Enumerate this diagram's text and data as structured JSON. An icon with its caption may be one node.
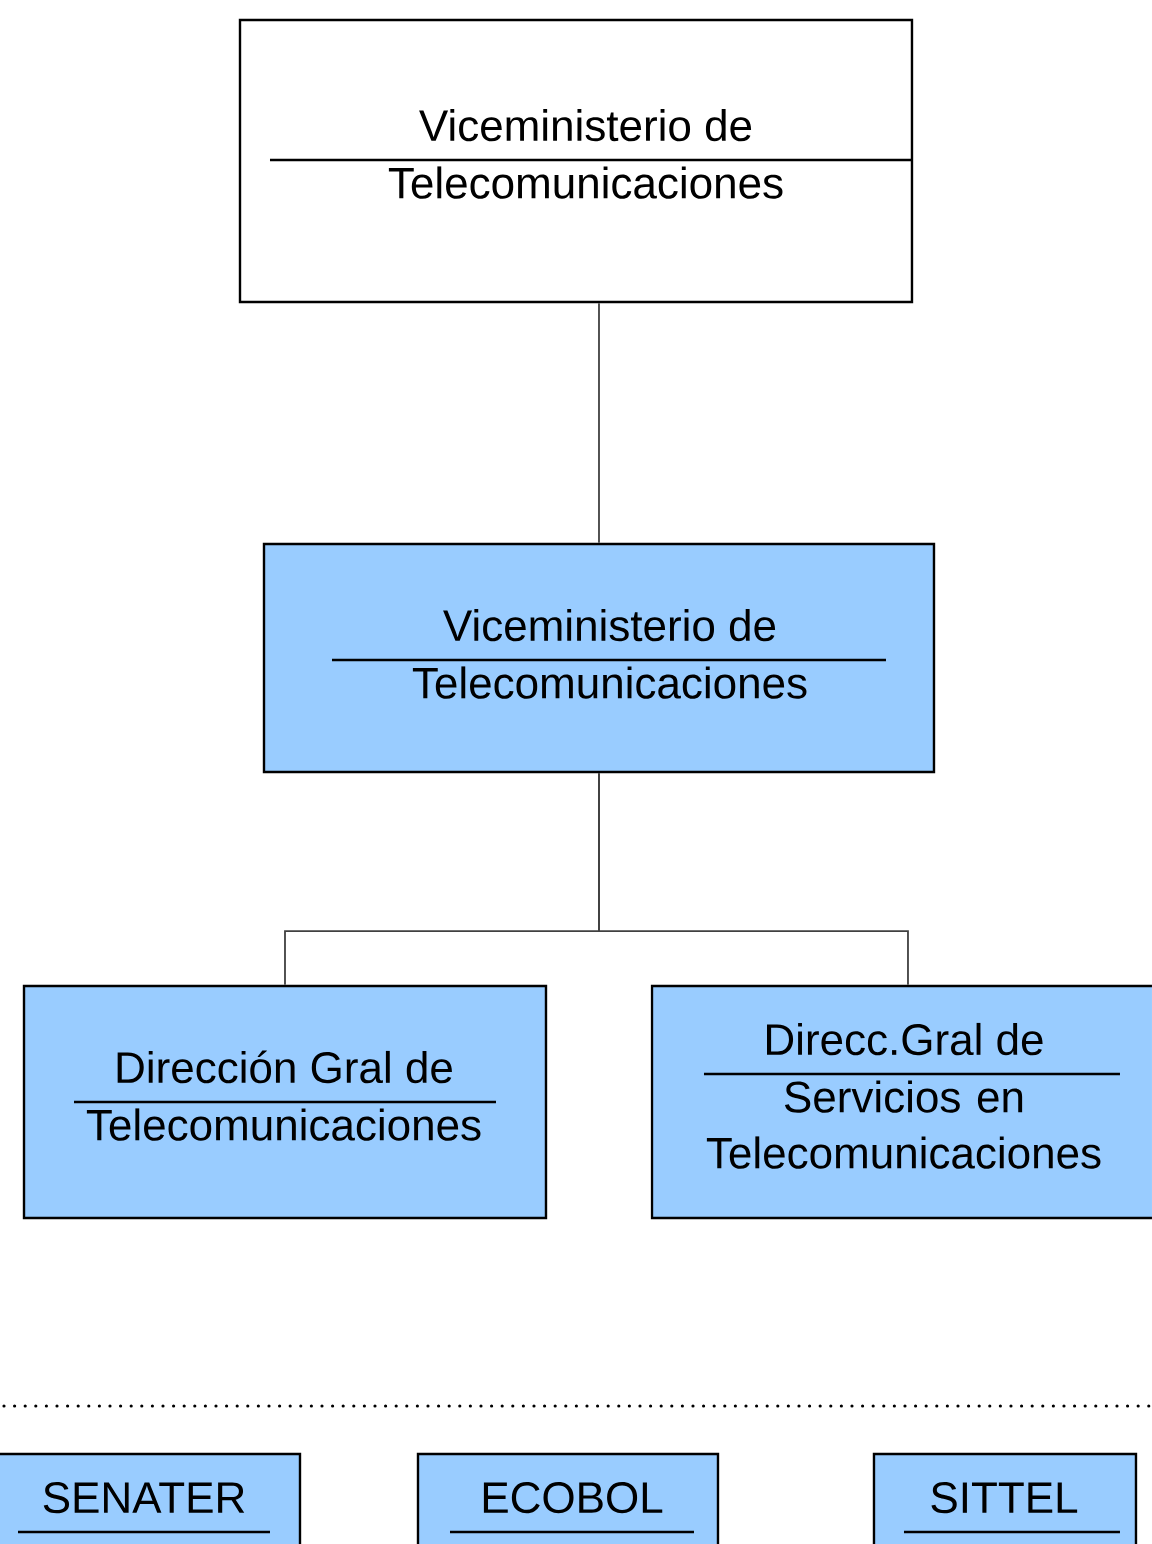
{
  "diagram": {
    "nodes": [
      {
        "text": [
          "Viceministerio de",
          "Telecomunicaciones"
        ]
      },
      {
        "text": [
          "Viceministerio de",
          "Telecomunicaciones"
        ]
      },
      {
        "text": [
          "Dirección Gral de",
          "Telecomunicaciones"
        ]
      },
      {
        "text": [
          "Direcc.Gral de",
          "Servicios en Telecomunicaciones"
        ]
      },
      {
        "text": [
          "SENATER"
        ]
      },
      {
        "text": [
          "ECOBOL"
        ]
      },
      {
        "text": [
          "SITTEL"
        ]
      }
    ],
    "edges": [
      {
        "from": 0,
        "to": 1,
        "arrow": "none"
      },
      {
        "from": 1,
        "to": 2,
        "arrow": "none"
      },
      {
        "from": 1,
        "to": 3,
        "arrow": "none"
      }
    ]
  }
}
